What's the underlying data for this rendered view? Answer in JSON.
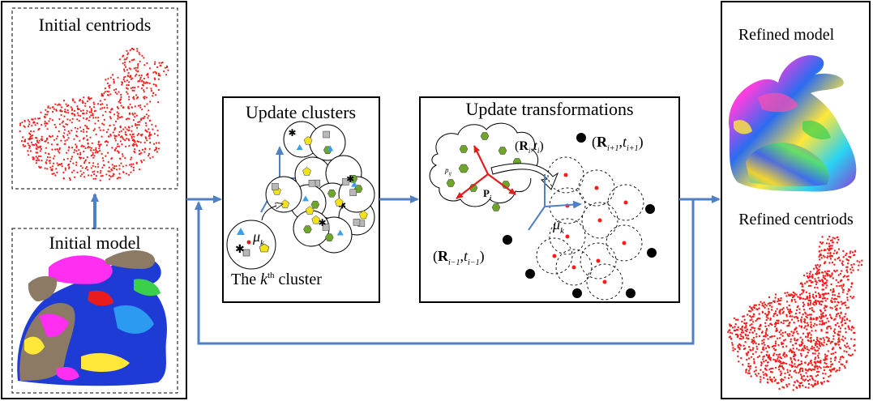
{
  "panels": {
    "initial_centroids": {
      "title": "Initial centriods"
    },
    "initial_model": {
      "title": "Initial model"
    },
    "update_clusters": {
      "title": "Update clusters",
      "caption_prefix": "The",
      "caption_var": "k",
      "caption_sup": "th",
      "caption_suffix": "cluster",
      "mu_symbol": "μ",
      "mu_sub": "k"
    },
    "update_transformations": {
      "title": "Update transformations",
      "label_i_R": "R",
      "label_i_sub": "i",
      "label_t": "t",
      "label_next_sub": "i+1",
      "label_prev_sub": "i−1",
      "point_p": "p",
      "point_p_sub": "ij",
      "P_symbol": "P",
      "P_sub": "i",
      "mu_symbol": "μ",
      "mu_sub": "k"
    },
    "refined_model": {
      "title": "Refined model"
    },
    "refined_centroids": {
      "title": "Refined centriods"
    }
  },
  "colors": {
    "arrow": "#4f7fc4",
    "points": "#ff1a1a",
    "hexagon": "#6fa52a",
    "pentagon": "#f2e21a",
    "triangle": "#3c9ee8",
    "square": "#b8b8b8",
    "red_vector": "#e41c1c",
    "black_dot": "#000000"
  },
  "icons": [
    "rabbit-point-cloud",
    "rabbit-colored-model",
    "cluster-circles",
    "coordinate-frame-icon"
  ]
}
